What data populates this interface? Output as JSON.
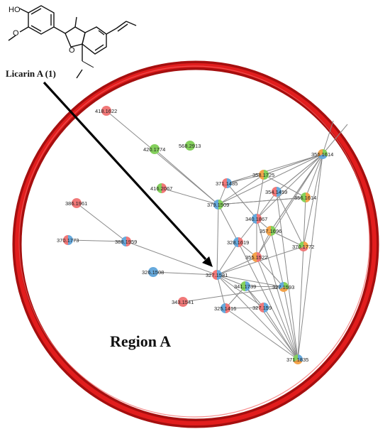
{
  "structure": {
    "label": "Licarin A (1)",
    "atom_labels": [
      "HO",
      "O",
      "O"
    ]
  },
  "region_label": "Region A",
  "colors": {
    "ring_outer": "#a50f0f",
    "ring_inner": "#e21d1d",
    "edge": "#8a8a8a",
    "arrow": "#000000",
    "node_red": "#f07878",
    "node_green": "#84d05c",
    "node_blue": "#66a9dc",
    "node_orange": "#f3a34a"
  },
  "network": {
    "nodes": [
      {
        "id": "418.1622",
        "colors": [
          "node_red"
        ]
      },
      {
        "id": "420.1774",
        "colors": [
          "node_green"
        ]
      },
      {
        "id": "568.2913",
        "colors": [
          "node_green"
        ]
      },
      {
        "id": "416.2067",
        "colors": [
          "node_red",
          "node_green"
        ]
      },
      {
        "id": "386.1961",
        "colors": [
          "node_red"
        ]
      },
      {
        "id": "370.1773",
        "colors": [
          "node_blue",
          "node_red"
        ]
      },
      {
        "id": "388.1959",
        "colors": [
          "node_red",
          "node_blue"
        ]
      },
      {
        "id": "326.1508",
        "colors": [
          "node_blue"
        ]
      },
      {
        "id": "343.1541",
        "colors": [
          "node_red"
        ]
      },
      {
        "id": "327.1581",
        "colors": [
          "node_blue",
          "node_red"
        ]
      },
      {
        "id": "325.1416",
        "colors": [
          "node_red",
          "node_blue"
        ]
      },
      {
        "id": "341.1739",
        "colors": [
          "node_blue",
          "node_green"
        ]
      },
      {
        "id": "327.159",
        "colors": [
          "node_blue",
          "node_red"
        ]
      },
      {
        "id": "327.1593",
        "colors": [
          "node_green",
          "node_orange",
          "node_blue"
        ]
      },
      {
        "id": "371.1835",
        "colors": [
          "node_blue",
          "node_orange",
          "node_green"
        ]
      },
      {
        "id": "355.1522",
        "colors": [
          "node_red",
          "node_orange"
        ]
      },
      {
        "id": "328.1619",
        "colors": [
          "node_red",
          "node_blue"
        ]
      },
      {
        "id": "357.1696",
        "colors": [
          "node_green",
          "node_orange"
        ]
      },
      {
        "id": "340.1867",
        "colors": [
          "node_red",
          "node_blue"
        ]
      },
      {
        "id": "370.1772",
        "colors": [
          "node_orange",
          "node_red",
          "node_green"
        ]
      },
      {
        "id": "379.1509",
        "colors": [
          "node_green",
          "node_blue"
        ]
      },
      {
        "id": "371.1485",
        "colors": [
          "node_blue",
          "node_red"
        ]
      },
      {
        "id": "358.1725",
        "colors": [
          "node_green",
          "node_orange"
        ]
      },
      {
        "id": "354.1459",
        "colors": [
          "node_blue",
          "node_red"
        ]
      },
      {
        "id": "356.1614",
        "colors": [
          "node_orange",
          "node_green"
        ]
      },
      {
        "id": "356.1614",
        "colors": [
          "node_green",
          "node_blue",
          "node_orange"
        ]
      }
    ],
    "edges": [
      [
        "418.1622",
        "379.1509"
      ],
      [
        "420.1774",
        "379.1509"
      ],
      [
        "416.2067",
        "379.1509"
      ],
      [
        "386.1961",
        "388.1959"
      ],
      [
        "370.1773",
        "388.1959"
      ],
      [
        "388.1959",
        "327.1581"
      ],
      [
        "326.1508",
        "327.1581"
      ],
      [
        "343.1541",
        "327.1593"
      ],
      [
        "327.1581",
        "379.1509"
      ],
      [
        "327.1581",
        "328.1619"
      ],
      [
        "327.1581",
        "355.1522"
      ],
      [
        "327.1581",
        "341.1739"
      ],
      [
        "327.1581",
        "327.159"
      ],
      [
        "327.1581",
        "325.1416"
      ],
      [
        "327.1581",
        "327.1593"
      ],
      [
        "327.1581",
        "371.1835"
      ],
      [
        "327.1581",
        "370.1772"
      ],
      [
        "325.1416",
        "371.1835"
      ],
      [
        "325.1416",
        "341.1739"
      ],
      [
        "325.1416",
        "327.159"
      ],
      [
        "341.1739",
        "327.159"
      ],
      [
        "341.1739",
        "371.1835"
      ],
      [
        "327.159",
        "371.1835"
      ],
      [
        "327.1593",
        "371.1835"
      ],
      [
        "327.1593",
        "341.1739"
      ],
      [
        "327.1593",
        "355.1522"
      ],
      [
        "355.1522",
        "371.1835"
      ],
      [
        "355.1522",
        "328.1619"
      ],
      [
        "355.1522",
        "340.1867"
      ],
      [
        "355.1522",
        "357.1696"
      ],
      [
        "328.1619",
        "340.1867"
      ],
      [
        "328.1619",
        "379.1509"
      ],
      [
        "340.1867",
        "357.1696"
      ],
      [
        "340.1867",
        "354.1459"
      ],
      [
        "340.1867",
        "358.1725"
      ],
      [
        "357.1696",
        "370.1772"
      ],
      [
        "357.1696",
        "356.1614"
      ],
      [
        "370.1772",
        "356.1614"
      ],
      [
        "370.1772",
        "354.1459"
      ],
      [
        "379.1509",
        "371.1485"
      ],
      [
        "379.1509",
        "358.1725"
      ],
      [
        "379.1509",
        "356.1614"
      ],
      [
        "371.1485",
        "358.1725"
      ],
      [
        "358.1725",
        "356.1614"
      ],
      [
        "354.1459",
        "356.1614"
      ],
      [
        "356.1614",
        "358.1725"
      ],
      [
        "356.1614",
        "379.1509"
      ],
      [
        "356.1614",
        "371.1835"
      ],
      [
        "354.1459",
        "371.1835"
      ],
      [
        "370.1772",
        "371.1835"
      ],
      [
        "328.1619",
        "371.1835"
      ],
      [
        "340.1867",
        "371.1835"
      ],
      [
        "357.1696",
        "327.1593"
      ],
      [
        "371.1485",
        "340.1867"
      ]
    ]
  }
}
